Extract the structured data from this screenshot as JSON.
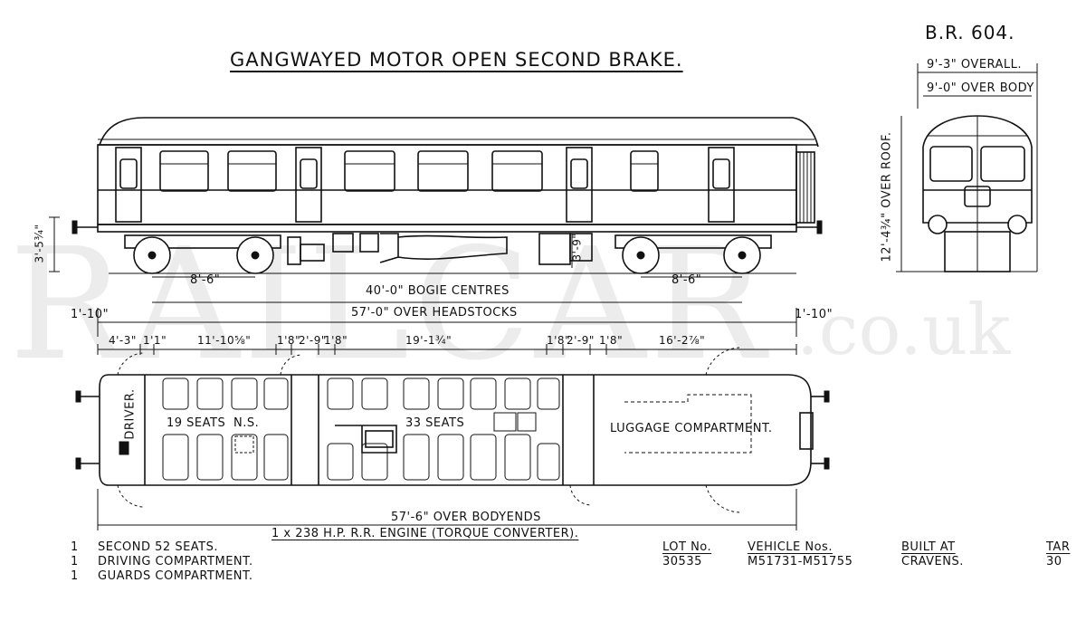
{
  "header": {
    "title": "GANGWAYED MOTOR OPEN SECOND BRAKE.",
    "diagram_ref": "B.R. 604."
  },
  "watermark": {
    "main": "RAILCAR",
    "suffix": ".co.uk"
  },
  "end_view": {
    "overall_width": "9'-3\" OVERALL.",
    "body_width": "9'-0\" OVER BODY",
    "height": "12'-4¾\" OVER ROOF."
  },
  "side_view": {
    "left_height": "3'-5¾\"",
    "engine_height": "3'-9\"",
    "bogie_wheelbase_left": "8'-6\"",
    "bogie_wheelbase_right": "8'-6\""
  },
  "dimensions": {
    "bogie_centres": "40'-0\" BOGIE CENTRES",
    "headstocks": "57'-0\" OVER HEADSTOCKS",
    "overhang_left": "1'-10\"",
    "overhang_right": "1'-10\"",
    "segments": [
      "4'-3\"",
      "1'1\"",
      "11'-10⅝\"",
      "1'8\"",
      "2'-9\"",
      "1'8\"",
      "19'-1¾\"",
      "1'8\"",
      "2'-9\"",
      "1'8\"",
      "16'-2⅞\""
    ],
    "bodyends": "57'-6\" OVER BODYENDS",
    "engine": "1 x 238 H.P. R.R. ENGINE (TORQUE CONVERTER)."
  },
  "plan": {
    "driver": "DRIVER.",
    "seats_ns": "19 SEATS",
    "ns": "N.S.",
    "seats_main": "33 SEATS",
    "luggage": "LUGGAGE COMPARTMENT."
  },
  "summary": [
    {
      "qty": "1",
      "text": "SECOND 52 SEATS."
    },
    {
      "qty": "1",
      "text": "DRIVING COMPARTMENT."
    },
    {
      "qty": "1",
      "text": "GUARDS COMPARTMENT."
    }
  ],
  "info": {
    "lot_label": "LOT No.",
    "lot_value": "30535",
    "vehicle_label": "VEHICLE Nos.",
    "vehicle_value": "M51731-M51755",
    "built_label": "BUILT AT",
    "built_value": "CRAVENS.",
    "tare_label": "TAR",
    "tare_value": "30"
  }
}
